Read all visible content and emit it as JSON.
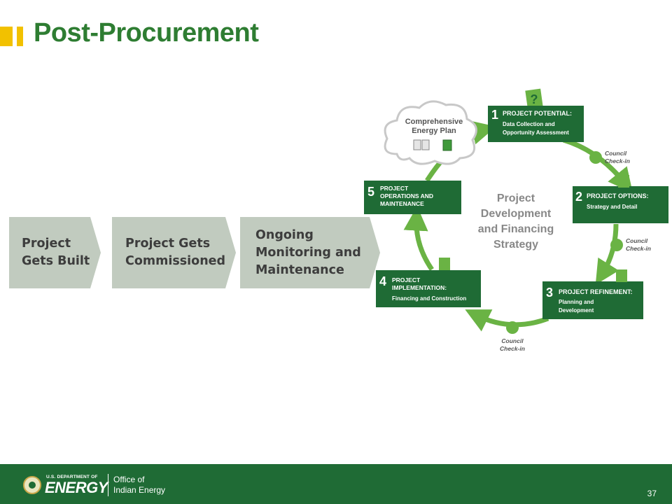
{
  "slide": {
    "title": "Post-Procurement",
    "page_number": "37"
  },
  "process": [
    {
      "label": "Project\nGets Built"
    },
    {
      "label": "Project Gets\nCommissioned"
    },
    {
      "label": "Ongoing\nMonitoring and\nMaintenance"
    }
  ],
  "cycle": {
    "center_line1": "Project",
    "center_line2": "Development",
    "center_line3": "and Financing",
    "center_line4": "Strategy",
    "cloud_line1": "Comprehensive",
    "cloud_line2": "Energy Plan",
    "question_mark": "?",
    "steps": [
      {
        "num": "1",
        "title": "PROJECT POTENTIAL:",
        "sub1": "Data Collection and",
        "sub2": "Opportunity Assessment"
      },
      {
        "num": "2",
        "title": "PROJECT OPTIONS:",
        "sub1": "Strategy and Detail",
        "sub2": ""
      },
      {
        "num": "3",
        "title": "PROJECT REFINEMENT:",
        "sub1": "Planning and",
        "sub2": "Development"
      },
      {
        "num": "4",
        "title": "PROJECT",
        "title2": "IMPLEMENTATION:",
        "sub1": "Financing and Construction"
      },
      {
        "num": "5",
        "title": "PROJECT",
        "title2": "OPERATIONS AND",
        "title3": "MAINTENANCE"
      }
    ],
    "checkin_line1": "Council",
    "checkin_line2": "Check-in"
  },
  "footer": {
    "dept": "U.S. DEPARTMENT OF",
    "energy": "ENERGY",
    "office": "Office of\nIndian Energy"
  },
  "colors": {
    "title_green": "#2e7d32",
    "accent_yellow": "#f2c100",
    "box_green": "#1f6b35",
    "arrow_green": "#6ab344",
    "chevron_gray": "#c1cbbf",
    "footer_green": "#1f6b35"
  }
}
